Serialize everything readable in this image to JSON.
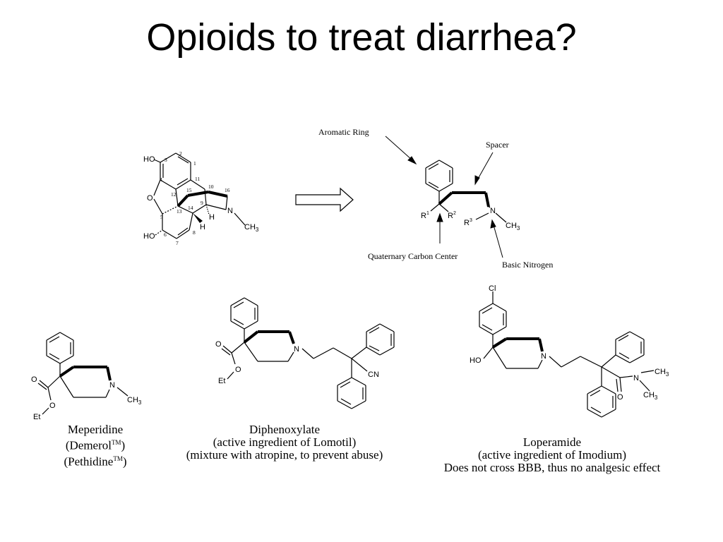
{
  "title": "Opioids to treat diarrhea?",
  "pharmacophore": {
    "aromatic_ring": "Aromatic Ring",
    "spacer": "Spacer",
    "quaternary_carbon": "Quaternary Carbon Center",
    "basic_nitrogen": "Basic Nitrogen"
  },
  "morphine_numbers": [
    "1",
    "2",
    "3",
    "4",
    "5",
    "6",
    "7",
    "8",
    "9",
    "10",
    "11",
    "12",
    "13",
    "14",
    "15",
    "16"
  ],
  "atoms": {
    "HO": "HO",
    "O": "O",
    "N": "N",
    "CH3": "CH",
    "sub3": "3",
    "H": "H",
    "R1": "R",
    "R2": "R",
    "R3": "R",
    "sup1": "1",
    "sup2": "2",
    "sup3": "3",
    "Et": "Et",
    "CN": "CN",
    "Cl": "Cl"
  },
  "meperidine": {
    "name": "Meperidine",
    "brand1": "(Demerol",
    "brand2": "(Pethidine",
    "tm": "TM",
    "close": ")"
  },
  "diphenoxylate": {
    "name": "Diphenoxylate",
    "line2": "(active ingredient of Lomotil)",
    "line3": "(mixture with atropine, to prevent abuse)"
  },
  "loperamide": {
    "name": "Loperamide",
    "line2": "(active ingredient of Imodium)",
    "line3": "Does not cross BBB, thus no analgesic effect"
  }
}
